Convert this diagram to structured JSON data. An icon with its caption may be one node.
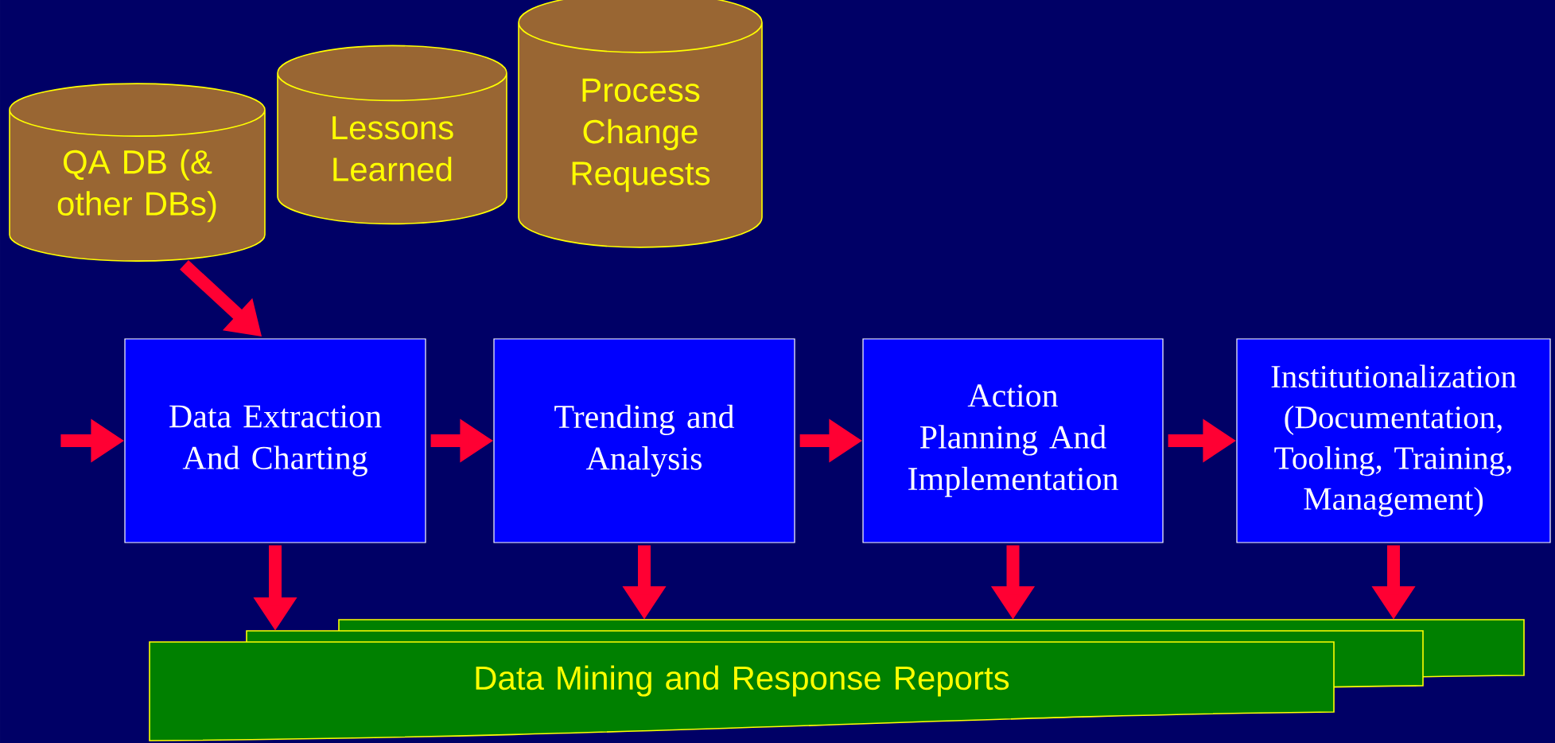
{
  "diagram": {
    "nodes": [
      {
        "text": [
          "QA DB (& other DBs)"
        ]
      },
      {
        "text": [
          "Lessons Learned"
        ]
      },
      {
        "text": [
          "Process Change Requests"
        ]
      },
      {
        "text": [
          "Data Extraction And Charting"
        ]
      },
      {
        "text": [
          "Trending and Analysis"
        ]
      },
      {
        "text": [
          "Action Planning And Implementation"
        ]
      },
      {
        "text": [
          "Institutionalization (Documentation, Tooling, Training, Management)"
        ]
      },
      {
        "text": [
          "Data Mining and Response Reports"
        ]
      }
    ],
    "edges": [
      {
        "from": 0,
        "to": 3,
        "arrow": "to"
      },
      {
        "from": null,
        "to": 3,
        "arrow": "to"
      },
      {
        "from": 3,
        "to": 4,
        "arrow": "to"
      },
      {
        "from": 4,
        "to": 5,
        "arrow": "to"
      },
      {
        "from": 5,
        "to": 6,
        "arrow": "to"
      },
      {
        "from": 3,
        "to": 7,
        "arrow": "to"
      },
      {
        "from": 4,
        "to": 7,
        "arrow": "to"
      },
      {
        "from": 5,
        "to": 7,
        "arrow": "to"
      },
      {
        "from": 6,
        "to": 7,
        "arrow": "to"
      }
    ]
  }
}
